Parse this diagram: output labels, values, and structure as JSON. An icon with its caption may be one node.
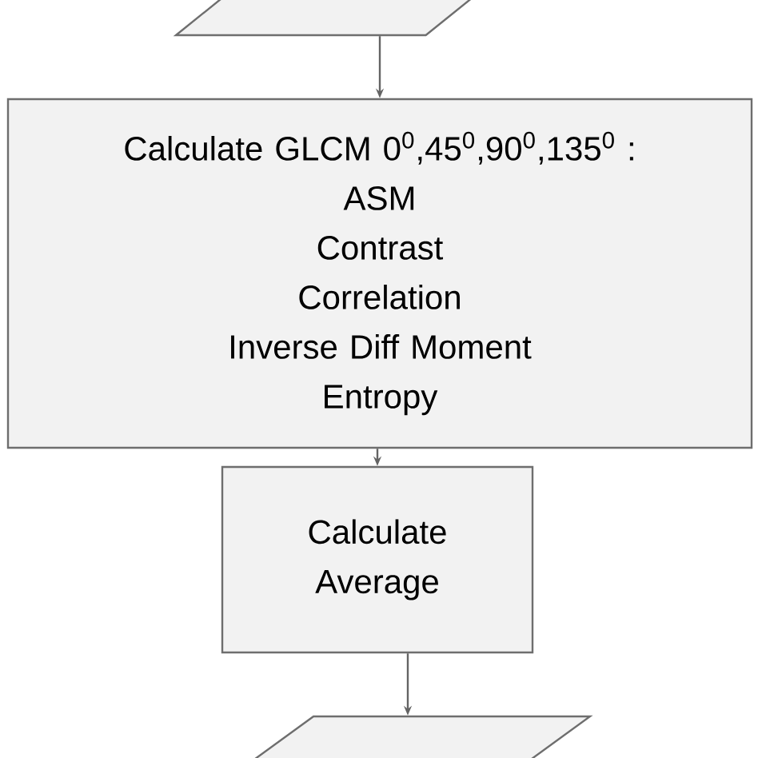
{
  "diagram": {
    "nodes": [
      {
        "text": [],
        "shape": "parallelogram"
      },
      {
        "text": [
          "Calculate GLCM 0$^{0}$,45$^{0}$,90$^{0}$,135$^{0}$ :",
          "ASM",
          "Contrast",
          "Correlation",
          "Inverse Diff Moment",
          "Entropy"
        ]
      },
      {
        "text": [
          "Calculate Average"
        ]
      },
      {
        "text": [],
        "shape": "parallelogram"
      }
    ],
    "edges": [
      {
        "from": 0,
        "to": 1,
        "arrow": "to"
      },
      {
        "from": 1,
        "to": 2,
        "arrow": "to"
      },
      {
        "from": 2,
        "to": 3,
        "arrow": "to"
      }
    ]
  }
}
